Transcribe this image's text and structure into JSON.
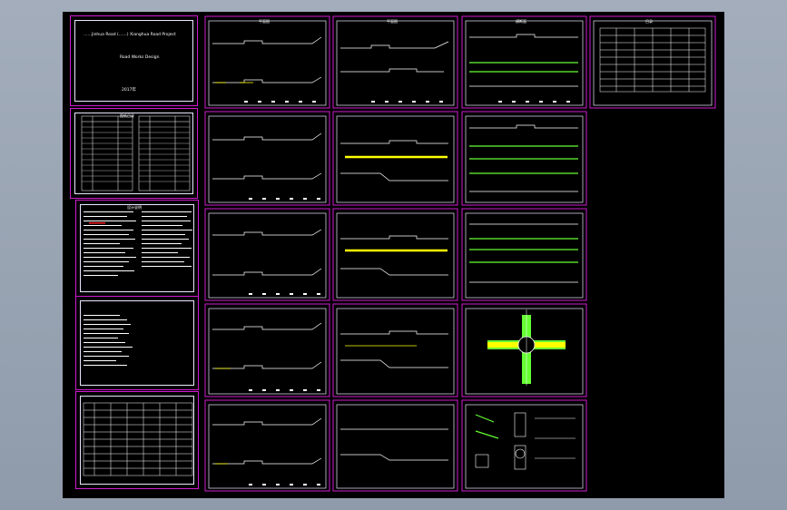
{
  "app": {
    "title": "AutoCAD drawing preview"
  },
  "cover": {
    "title": "……Jinhua Road (……) Xianghua Road Project",
    "subtitle": "Road Works Design",
    "date": "2017年"
  },
  "sheets": {
    "titles": [
      "平面图",
      "平面图",
      "横断面",
      "目录"
    ],
    "labels": [
      "图纸目录",
      "设计说明"
    ]
  },
  "colors": {
    "sheet_border": "#d01cd0",
    "frame": "#e9e9ff",
    "line": "#ffffff",
    "yellow": "#ffff00",
    "green": "#66ff33",
    "background": "#000000"
  }
}
